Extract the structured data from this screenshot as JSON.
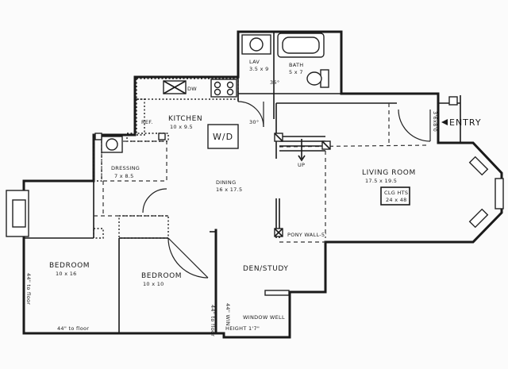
{
  "rooms": {
    "lav": {
      "name": "LAV",
      "size": "3.5 x 9"
    },
    "bath": {
      "name": "BATH",
      "size": "5 x 7"
    },
    "kitchen": {
      "name": "KITCHEN",
      "size": "10 x 9.5"
    },
    "dressing": {
      "name": "DRESSING",
      "size": "7 x 8.5"
    },
    "dining": {
      "name": "DINING",
      "size": "16 x 17.5"
    },
    "living": {
      "name": "LIVING ROOM",
      "size": "17.5 x 19.5",
      "ceiling": "CLG HTS",
      "ceiling_size": "24 x 48"
    },
    "bedroom1": {
      "name": "BEDROOM",
      "size": "10 x 16"
    },
    "bedroom2": {
      "name": "BEDROOM",
      "size": "10 x 10"
    },
    "den": {
      "name": "DEN/STUDY"
    }
  },
  "labels": {
    "entry": "ENTRY",
    "dw": "DW",
    "ref": "REF.",
    "wd": "W/D",
    "up": "UP",
    "pony_wall": "PONY WALL-5'",
    "angle_36": "36°",
    "angle_30": "30°",
    "entry_dim": "3'6x8'0",
    "window_floor_left": "44\" to floor",
    "window_floor_bottom": "44\" to floor",
    "window_floor_right": "44\" to floor",
    "window_well": "WINDOW WELL",
    "window_height": "HEIGHT 1'7\"",
    "window_small": "44\" WIN"
  }
}
